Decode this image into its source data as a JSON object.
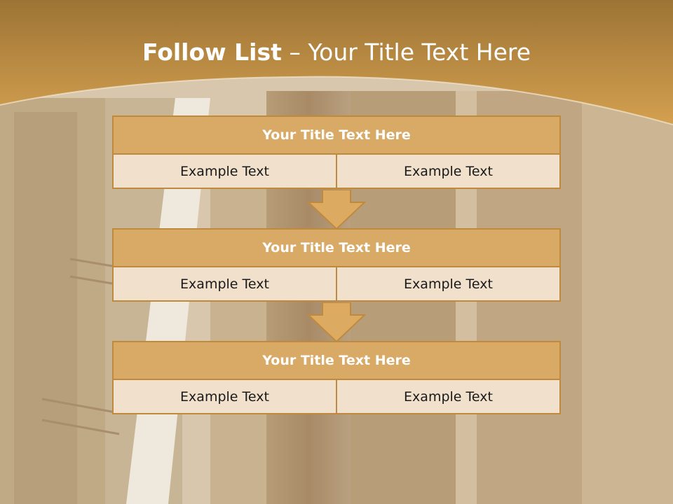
{
  "slide": {
    "title_bold": "Follow List",
    "title_rest": " – Your Title Text Here"
  },
  "steps": [
    {
      "title": "Your Title Text Here",
      "left": "Example Text",
      "right": "Example Text"
    },
    {
      "title": "Your Title Text Here",
      "left": "Example Text",
      "right": "Example Text"
    },
    {
      "title": "Your Title Text Here",
      "left": "Example Text",
      "right": "Example Text"
    }
  ],
  "colors": {
    "header_band": "#c9933f",
    "block_header": "#d9aa66",
    "block_border": "#c08a3e",
    "cell_fill": "#f0e0cc",
    "arrow_fill": "#dcaa60"
  }
}
